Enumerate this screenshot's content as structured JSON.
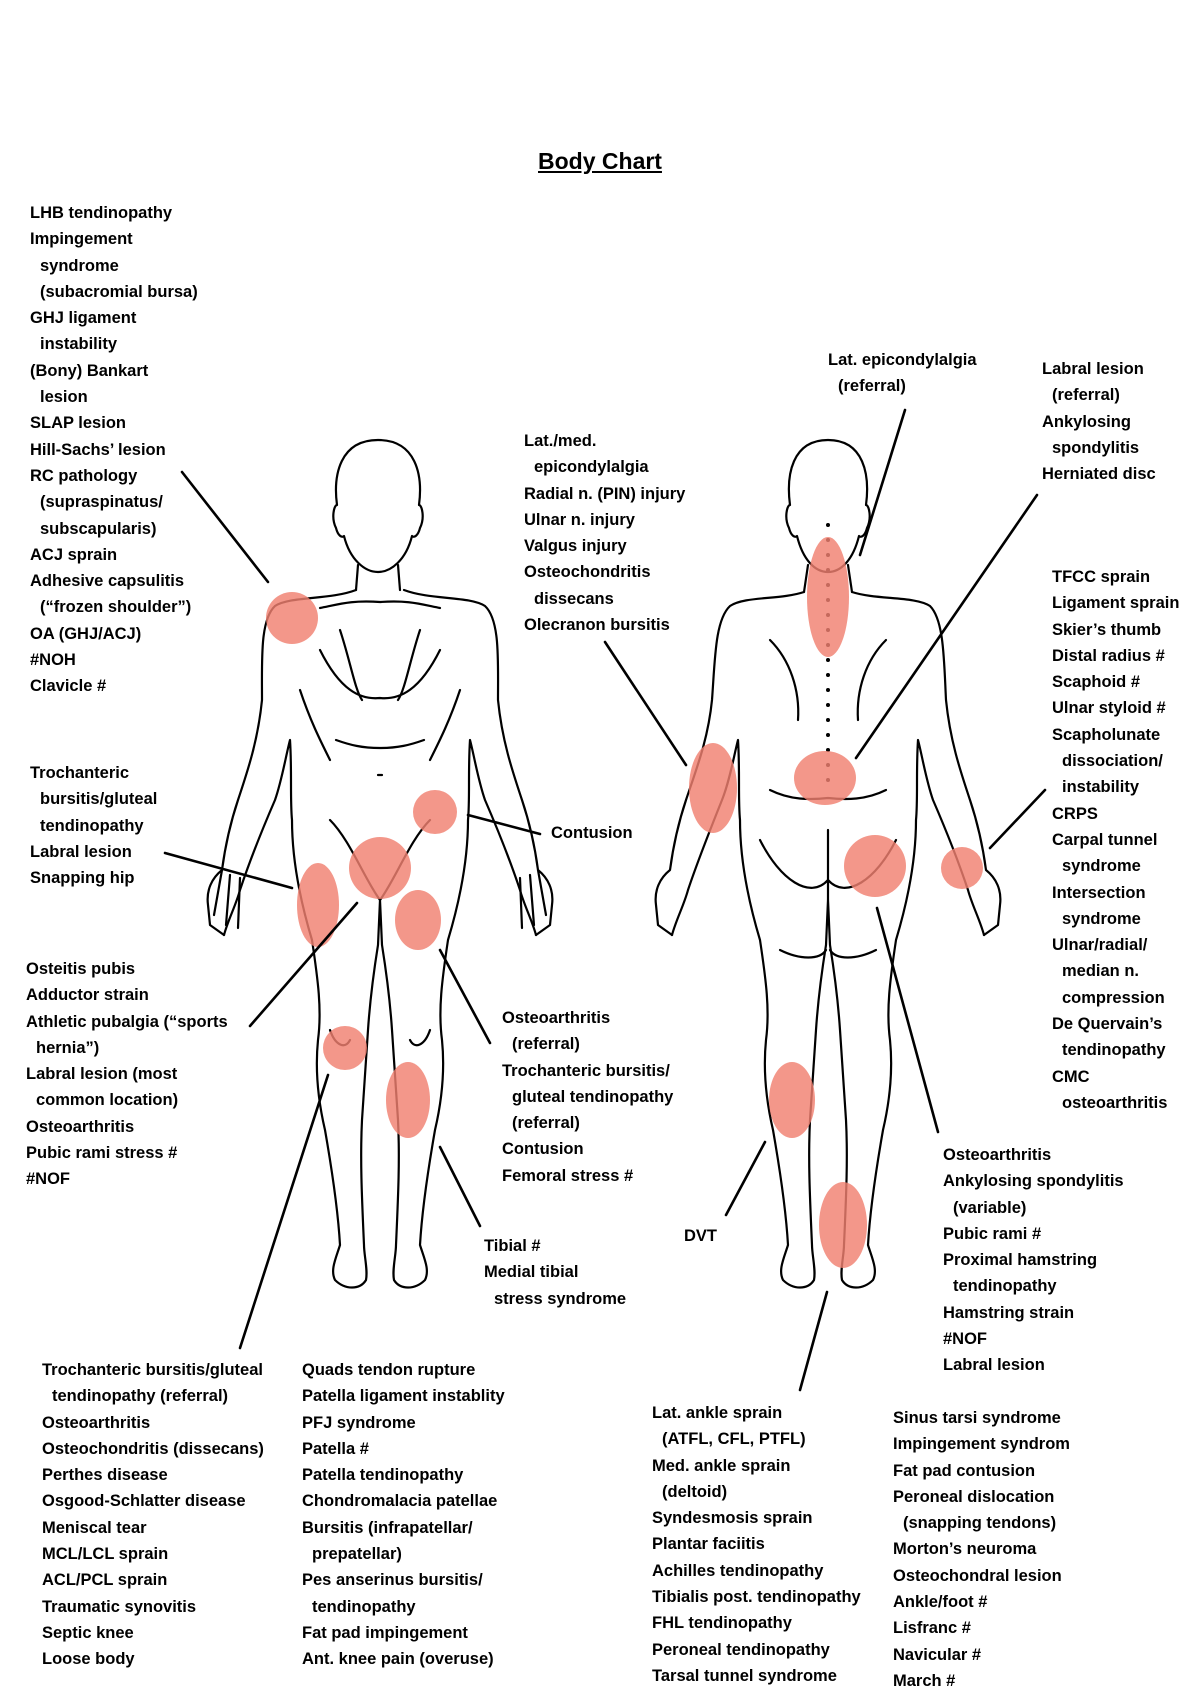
{
  "title": "Body Chart",
  "colors": {
    "highlight": "#f08070",
    "line": "#000000"
  },
  "labels": {
    "shoulder": [
      {
        "t": "LHB tendinopathy"
      },
      {
        "t": "Impingement"
      },
      {
        "t": "syndrome",
        "i": true
      },
      {
        "t": "(subacromial bursa)",
        "i": true
      },
      {
        "t": "GHJ ligament"
      },
      {
        "t": "instability",
        "i": true
      },
      {
        "t": "(Bony) Bankart"
      },
      {
        "t": "lesion",
        "i": true
      },
      {
        "t": "SLAP lesion"
      },
      {
        "t": "Hill-Sachs’ lesion"
      },
      {
        "t": "RC pathology"
      },
      {
        "t": "(supraspinatus/",
        "i": true
      },
      {
        "t": "subscapularis)",
        "i": true
      },
      {
        "t": "ACJ sprain"
      },
      {
        "t": "Adhesive capsulitis"
      },
      {
        "t": "(“frozen shoulder”)",
        "i": true
      },
      {
        "t": "OA (GHJ/ACJ)"
      },
      {
        "t": "#NOH"
      },
      {
        "t": "Clavicle #"
      }
    ],
    "lateral_hip": [
      {
        "t": "Trochanteric"
      },
      {
        "t": "bursitis/gluteal",
        "i": true
      },
      {
        "t": "tendinopathy",
        "i": true
      },
      {
        "t": "Labral lesion"
      },
      {
        "t": "Snapping hip"
      }
    ],
    "groin": [
      {
        "t": "Osteitis pubis"
      },
      {
        "t": "Adductor strain"
      },
      {
        "t": "Athletic pubalgia (“sports"
      },
      {
        "t": "hernia”)",
        "i": true
      },
      {
        "t": "Labral lesion (most"
      },
      {
        "t": "common location)",
        "i": true
      },
      {
        "t": "Osteoarthritis"
      },
      {
        "t": "Pubic rami stress #"
      },
      {
        "t": "#NOF"
      }
    ],
    "elbow": [
      {
        "t": "Lat./med."
      },
      {
        "t": "epicondylalgia",
        "i": true
      },
      {
        "t": "Radial n. (PIN) injury"
      },
      {
        "t": "Ulnar n. injury"
      },
      {
        "t": "Valgus injury"
      },
      {
        "t": "Osteochondritis"
      },
      {
        "t": "dissecans",
        "i": true
      },
      {
        "t": "Olecranon bursitis"
      }
    ],
    "contusion": [
      {
        "t": "Contusion"
      }
    ],
    "thigh": [
      {
        "t": "Osteoarthritis"
      },
      {
        "t": "(referral)",
        "i": true
      },
      {
        "t": "Trochanteric bursitis/"
      },
      {
        "t": "gluteal tendinopathy",
        "i": true
      },
      {
        "t": "(referral)",
        "i": true
      },
      {
        "t": "Contusion"
      },
      {
        "t": "Femoral stress #"
      }
    ],
    "shin": [
      {
        "t": "Tibial #"
      },
      {
        "t": "Medial tibial"
      },
      {
        "t": "stress syndrome",
        "i": true
      }
    ],
    "lat_epicondyl": [
      {
        "t": "Lat. epicondylalgia"
      },
      {
        "t": "(referral)",
        "i": true
      }
    ],
    "spine": [
      {
        "t": "Labral lesion"
      },
      {
        "t": "(referral)",
        "i": true
      },
      {
        "t": "Ankylosing"
      },
      {
        "t": "spondylitis",
        "i": true
      },
      {
        "t": "Herniated disc"
      }
    ],
    "wrist": [
      {
        "t": "TFCC sprain"
      },
      {
        "t": "Ligament sprain"
      },
      {
        "t": "Skier’s thumb"
      },
      {
        "t": "Distal radius #"
      },
      {
        "t": "Scaphoid #"
      },
      {
        "t": "Ulnar styloid #"
      },
      {
        "t": "Scapholunate"
      },
      {
        "t": "dissociation/",
        "i": true
      },
      {
        "t": "instability",
        "i": true
      },
      {
        "t": "CRPS"
      },
      {
        "t": "Carpal tunnel"
      },
      {
        "t": "syndrome",
        "i": true
      },
      {
        "t": "Intersection"
      },
      {
        "t": "syndrome",
        "i": true
      },
      {
        "t": "Ulnar/radial/"
      },
      {
        "t": "median n.",
        "i": true
      },
      {
        "t": "compression",
        "i": true
      },
      {
        "t": "De Quervain’s"
      },
      {
        "t": "tendinopathy",
        "i": true
      },
      {
        "t": "CMC"
      },
      {
        "t": "osteoarthritis",
        "i": true
      }
    ],
    "buttock": [
      {
        "t": "Osteoarthritis"
      },
      {
        "t": "Ankylosing spondylitis"
      },
      {
        "t": "(variable)",
        "i": true
      },
      {
        "t": "Pubic rami #"
      },
      {
        "t": "Proximal hamstring"
      },
      {
        "t": "tendinopathy",
        "i": true
      },
      {
        "t": "Hamstring strain"
      },
      {
        "t": "#NOF"
      },
      {
        "t": "Labral lesion"
      }
    ],
    "dvt": [
      {
        "t": "DVT"
      }
    ],
    "knee_col1": [
      {
        "t": "Trochanteric bursitis/gluteal"
      },
      {
        "t": "tendinopathy (referral)",
        "i": true
      },
      {
        "t": "Osteoarthritis"
      },
      {
        "t": "Osteochondritis (dissecans)"
      },
      {
        "t": "Perthes disease"
      },
      {
        "t": "Osgood-Schlatter disease"
      },
      {
        "t": "Meniscal tear"
      },
      {
        "t": "MCL/LCL sprain"
      },
      {
        "t": "ACL/PCL sprain"
      },
      {
        "t": "Traumatic synovitis"
      },
      {
        "t": "Septic knee"
      },
      {
        "t": "Loose body"
      }
    ],
    "knee_col2": [
      {
        "t": "Quads tendon rupture"
      },
      {
        "t": "Patella ligament instablity"
      },
      {
        "t": "PFJ syndrome"
      },
      {
        "t": "Patella #"
      },
      {
        "t": "Patella tendinopathy"
      },
      {
        "t": "Chondromalacia patellae"
      },
      {
        "t": "Bursitis (infrapatellar/"
      },
      {
        "t": "prepatellar)",
        "i": true
      },
      {
        "t": "Pes anserinus bursitis/"
      },
      {
        "t": "tendinopathy",
        "i": true
      },
      {
        "t": "Fat pad impingement"
      },
      {
        "t": "Ant. knee pain (overuse)"
      }
    ],
    "ankle_col1": [
      {
        "t": "Lat. ankle sprain"
      },
      {
        "t": "(ATFL, CFL, PTFL)",
        "i": true
      },
      {
        "t": "Med. ankle sprain"
      },
      {
        "t": "(deltoid)",
        "i": true
      },
      {
        "t": "Syndesmosis sprain"
      },
      {
        "t": "Plantar faciitis"
      },
      {
        "t": "Achilles tendinopathy"
      },
      {
        "t": "Tibialis post. tendinopathy"
      },
      {
        "t": "FHL tendinopathy"
      },
      {
        "t": "Peroneal tendinopathy"
      },
      {
        "t": "Tarsal tunnel syndrome"
      }
    ],
    "ankle_col2": [
      {
        "t": "Sinus tarsi syndrome"
      },
      {
        "t": "Impingement syndrom"
      },
      {
        "t": "Fat pad contusion"
      },
      {
        "t": "Peroneal dislocation"
      },
      {
        "t": "(snapping tendons)",
        "i": true
      },
      {
        "t": "Morton’s neuroma"
      },
      {
        "t": "Osteochondral lesion"
      },
      {
        "t": "Ankle/foot #"
      },
      {
        "t": "Lisfranc #"
      },
      {
        "t": "Navicular #"
      },
      {
        "t": "March #"
      }
    ]
  }
}
